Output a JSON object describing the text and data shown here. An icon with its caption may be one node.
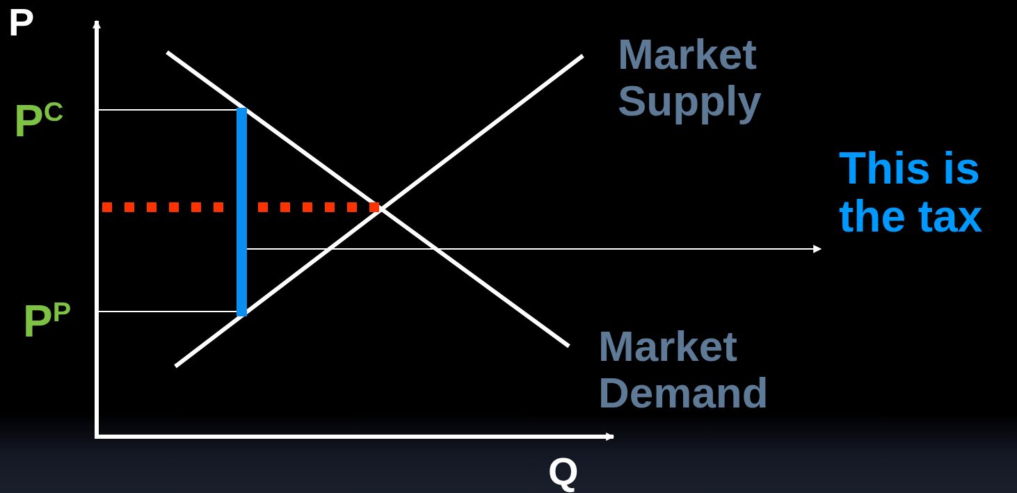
{
  "diagram": {
    "nodes": [
      {
        "text": [],
        "shape": "bar"
      },
      {
        "text": [
          "This is the tax"
        ]
      }
    ],
    "edges": [
      {
        "from": 0,
        "to": 1,
        "arrow": "to"
      }
    ],
    "labels": [
      "P",
      "P$^{C}$",
      "Market Supply",
      "P$^{P}$",
      "Market Demand",
      "Q"
    ]
  }
}
